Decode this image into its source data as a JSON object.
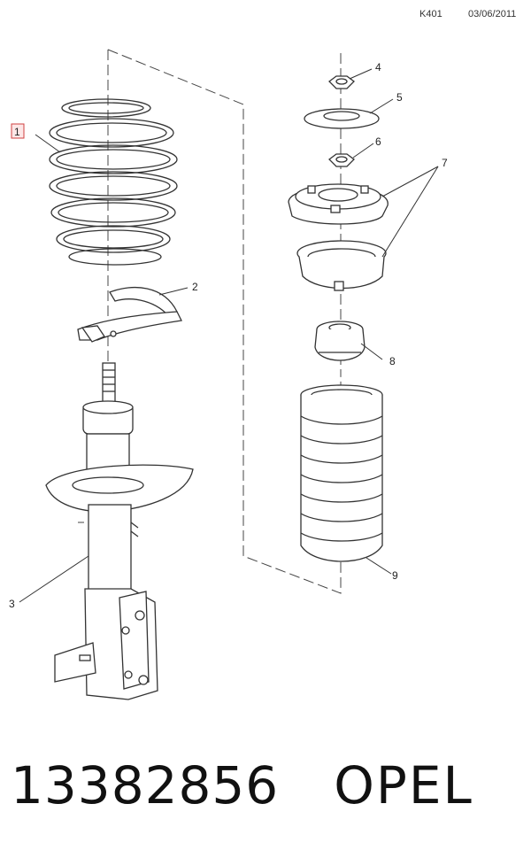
{
  "header": {
    "code": "K401",
    "date": "03/06/2011"
  },
  "callouts": {
    "c1": "1",
    "c2": "2",
    "c3": "3",
    "c4": "4",
    "c5": "5",
    "c6": "6",
    "c7": "7",
    "c8": "8",
    "c9": "9"
  },
  "footer": {
    "part_number": "13382856",
    "brand": "OPEL"
  }
}
